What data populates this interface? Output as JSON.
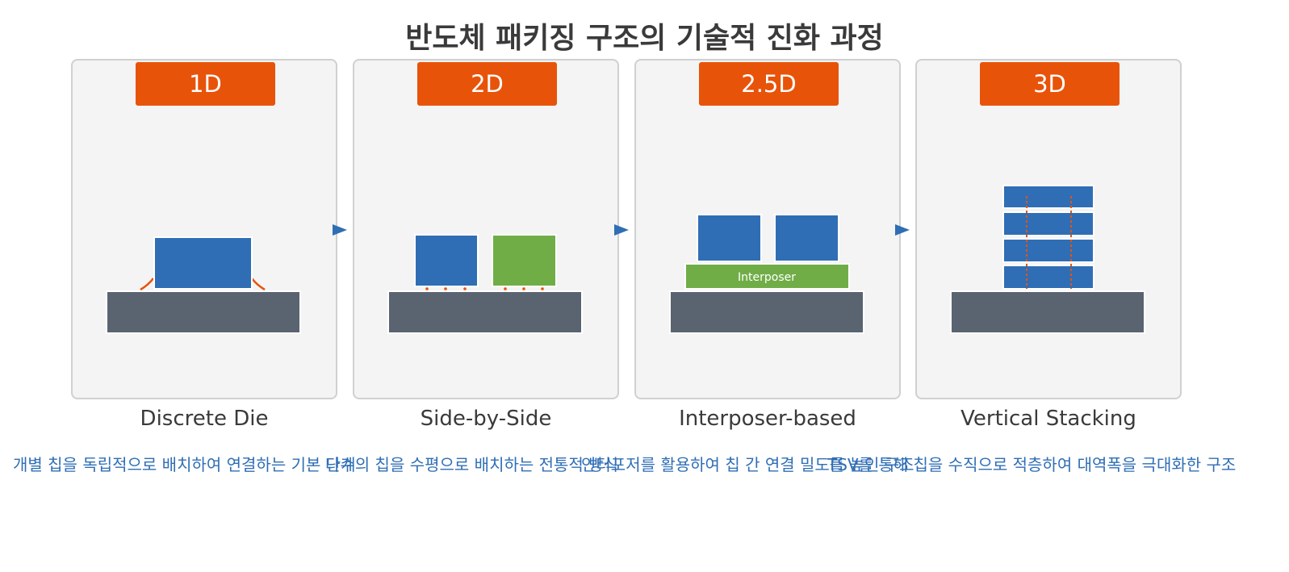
{
  "title": "반도체 패키징 구조의 기술적 진화 과정",
  "colors": {
    "accent_orange": "#e8530a",
    "chip_blue": "#2f6eb5",
    "chip_green": "#70ad47",
    "substrate_gray": "#5a6470",
    "desc_blue": "#2f6eb5",
    "panel_bg": "#f4f4f4"
  },
  "stages": [
    {
      "badge": "1D",
      "name": "Discrete Die",
      "description": "개별 칩을 독립적으로 배치하여 연결하는 기본 단계"
    },
    {
      "badge": "2D",
      "name": "Side-by-Side",
      "description": "다수의 칩을 수평으로 배치하는 전통적 방식"
    },
    {
      "badge": "2.5D",
      "name": "Interposer-based",
      "description": "인터포저를 활용하여 칩 간 연결 밀도를 높인 구조",
      "interposer_label": "Interposer"
    },
    {
      "badge": "3D",
      "name": "Vertical Stacking",
      "description": "TSV를 통해 칩을 수직으로 적층하여 대역폭을 극대화한 구조"
    }
  ],
  "arrow_icon": "arrow-right-icon"
}
